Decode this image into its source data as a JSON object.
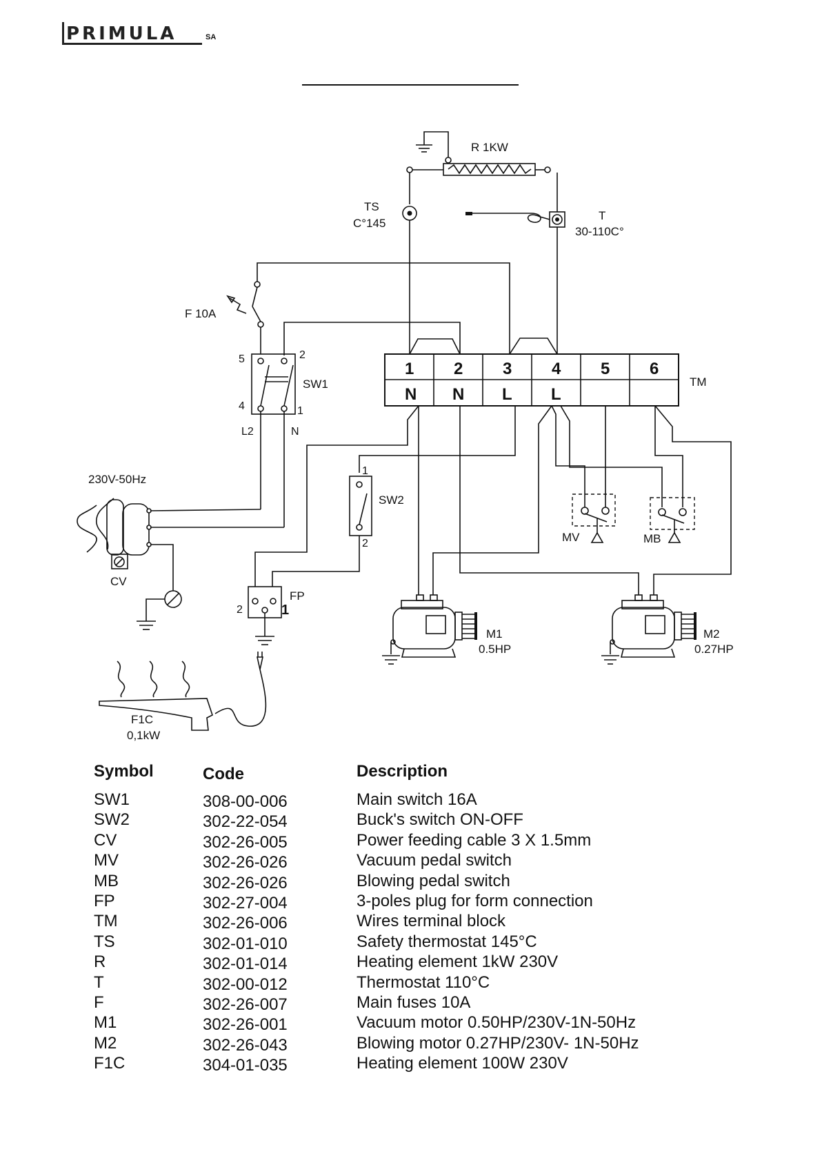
{
  "brand": {
    "logo_text": "PRIMULA",
    "suffix": "SA"
  },
  "title": "",
  "labels": {
    "r": "R 1KW",
    "ts_name": "TS",
    "ts_value": "C°145",
    "t_name": "T",
    "t_value": "30-110C°",
    "fuse": "F 10A",
    "sw1": "SW1",
    "sw1_p5": "5",
    "sw1_p2": "2",
    "sw1_p4": "4",
    "sw1_p1": "1",
    "sw1_l2": "L2",
    "sw1_n": "N",
    "tm": "TM",
    "supply": "230V-50Hz",
    "cv": "CV",
    "sw2": "SW2",
    "sw2_p1": "1",
    "sw2_p2": "2",
    "mv": "MV",
    "mb": "MB",
    "fp": "FP",
    "fp_p2": "2",
    "fp_p1": "1",
    "m1_name": "M1",
    "m1_power": "0.5HP",
    "m2_name": "M2",
    "m2_power": "0.27HP",
    "f1c_name": "F1C",
    "f1c_power": "0,1kW"
  },
  "terminal_block": {
    "numbers": [
      "1",
      "2",
      "3",
      "4",
      "5",
      "6"
    ],
    "phases": [
      "N",
      "N",
      "L",
      "L",
      "",
      ""
    ]
  },
  "table": {
    "headers": {
      "symbol": "Symbol",
      "code": "Code",
      "description": "Description"
    },
    "rows": [
      {
        "symbol": "SW1",
        "code": "308-00-006",
        "description": "Main switch 16A"
      },
      {
        "symbol": "SW2",
        "code": "302-22-054",
        "description": "Buck's switch ON-OFF"
      },
      {
        "symbol": "CV",
        "code": "302-26-005",
        "description": "Power feeding cable 3 X 1.5mm"
      },
      {
        "symbol": "MV",
        "code": "302-26-026",
        "description": "Vacuum pedal switch"
      },
      {
        "symbol": "MB",
        "code": "302-26-026",
        "description": "Blowing pedal switch"
      },
      {
        "symbol": "FP",
        "code": "302-27-004",
        "description": "3-poles plug for form connection"
      },
      {
        "symbol": "TM",
        "code": "302-26-006",
        "description": "Wires terminal block"
      },
      {
        "symbol": "TS",
        "code": "302-01-010",
        "description": "Safety thermostat 145°C"
      },
      {
        "symbol": "R",
        "code": "302-01-014",
        "description": "Heating element 1kW 230V"
      },
      {
        "symbol": "T",
        "code": "302-00-012",
        "description": "Thermostat 110°C"
      },
      {
        "symbol": "F",
        "code": "302-26-007",
        "description": "Main fuses 10A"
      },
      {
        "symbol": "M1",
        "code": "302-26-001",
        "description": "Vacuum motor 0.50HP/230V-1N-50Hz"
      },
      {
        "symbol": "M2",
        "code": "302-26-043",
        "description": "Blowing motor 0.27HP/230V- 1N-50Hz"
      },
      {
        "symbol": "F1C",
        "code": "304-01-035",
        "description": "Heating element 100W 230V"
      }
    ]
  }
}
